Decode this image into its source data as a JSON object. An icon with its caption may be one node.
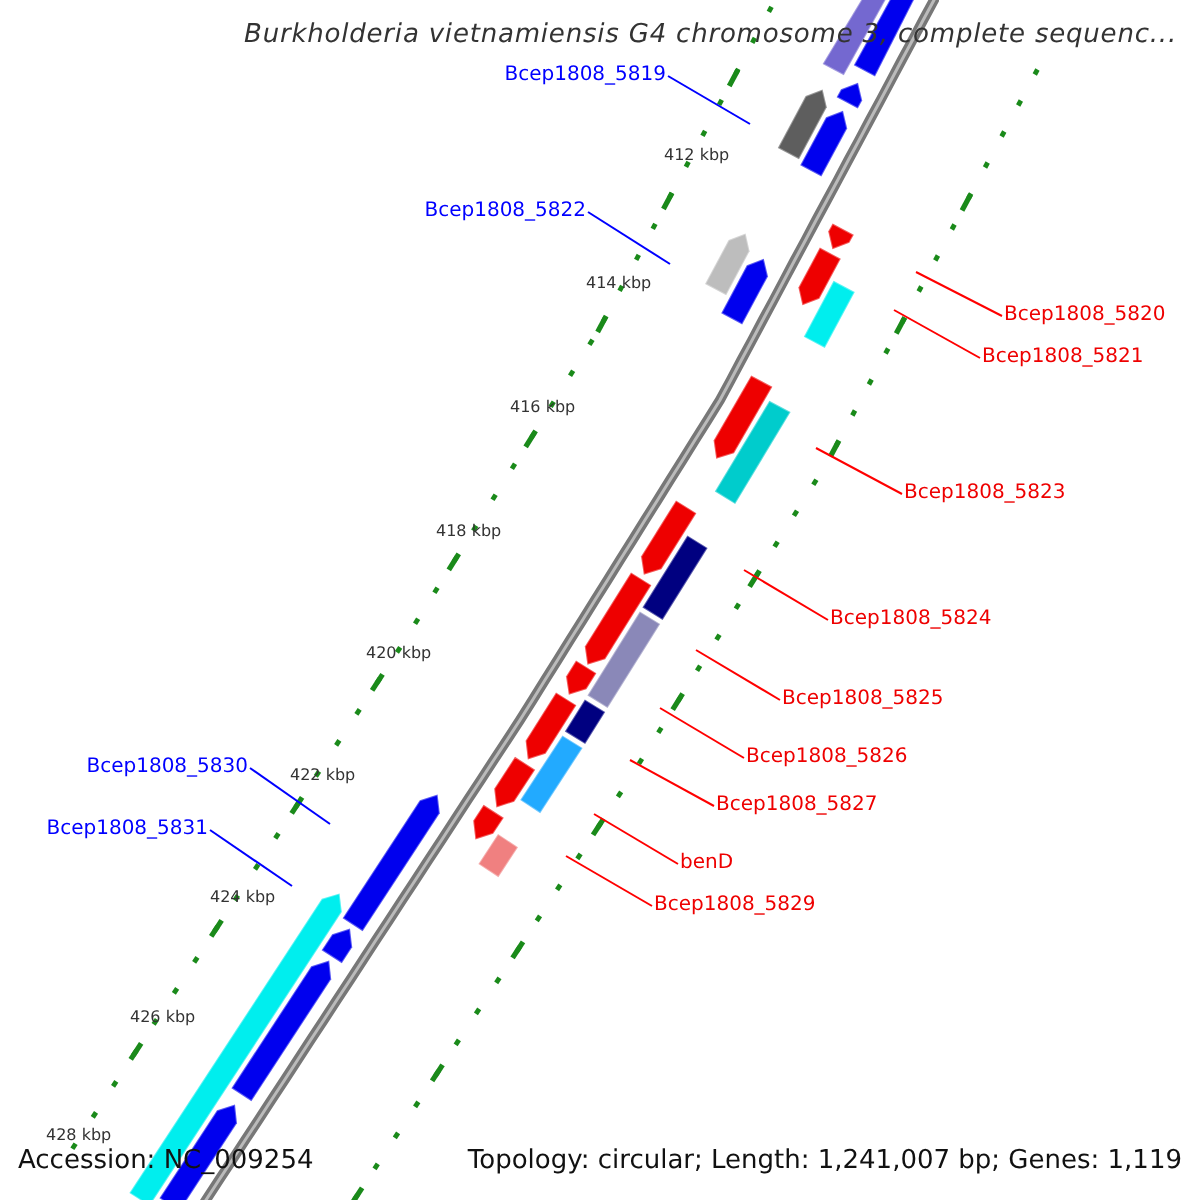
{
  "diagram": {
    "title": "Burkholderia vietnamiensis G4 chromosome 3, complete sequenc...",
    "nodes": [
      {
        "text": [
          "Bcep1808_5819"
        ]
      },
      {
        "text": [
          "Bcep1808_5822"
        ]
      },
      {
        "text": [
          "Bcep1808_5820"
        ]
      },
      {
        "text": [
          "Bcep1808_5821"
        ]
      },
      {
        "text": [
          "Bcep1808_5823"
        ]
      },
      {
        "text": [
          "Bcep1808_5824"
        ]
      },
      {
        "text": [
          "Bcep1808_5825"
        ]
      },
      {
        "text": [
          "Bcep1808_5826"
        ]
      },
      {
        "text": [
          "Bcep1808_5830"
        ]
      },
      {
        "text": [
          "Bcep1808_5827"
        ]
      },
      {
        "text": [
          "Bcep1808_5831"
        ]
      },
      {
        "text": [
          "benD"
        ]
      },
      {
        "text": [
          "Bcep1808_5829"
        ]
      }
    ],
    "edges": [
      {
        "from": 0,
        "to": null,
        "arrow": "none",
        "color": "#0000ff"
      },
      {
        "from": 1,
        "to": null,
        "arrow": "none",
        "color": "#0000ff"
      },
      {
        "from": 2,
        "to": null,
        "arrow": "none"
      },
      {
        "from": 3,
        "to": null,
        "arrow": "none"
      },
      {
        "from": 4,
        "to": null,
        "arrow": "none"
      },
      {
        "from": 5,
        "to": null,
        "arrow": "none"
      },
      {
        "from": 6,
        "to": null,
        "arrow": "none"
      },
      {
        "from": 7,
        "to": null,
        "arrow": "none"
      },
      {
        "from": 8,
        "to": null,
        "arrow": "none",
        "color": "#0000ff"
      },
      {
        "from": 9,
        "to": null,
        "arrow": "none"
      },
      {
        "from": 10,
        "to": null,
        "arrow": "none",
        "color": "#0000ff"
      },
      {
        "from": 11,
        "to": null,
        "arrow": "none"
      },
      {
        "from": 12,
        "to": null,
        "arrow": "none"
      }
    ],
    "labels": [
      "412 kbp",
      "414 kbp",
      "416 kbp",
      "418 kbp",
      "420 kbp",
      "422 kbp",
      "424 kbp",
      "426 kbp",
      "428 kbp",
      "Accession: NC_009254",
      "Topology: circular; Length: 1,241,007 bp; Genes: 1,119"
    ]
  }
}
